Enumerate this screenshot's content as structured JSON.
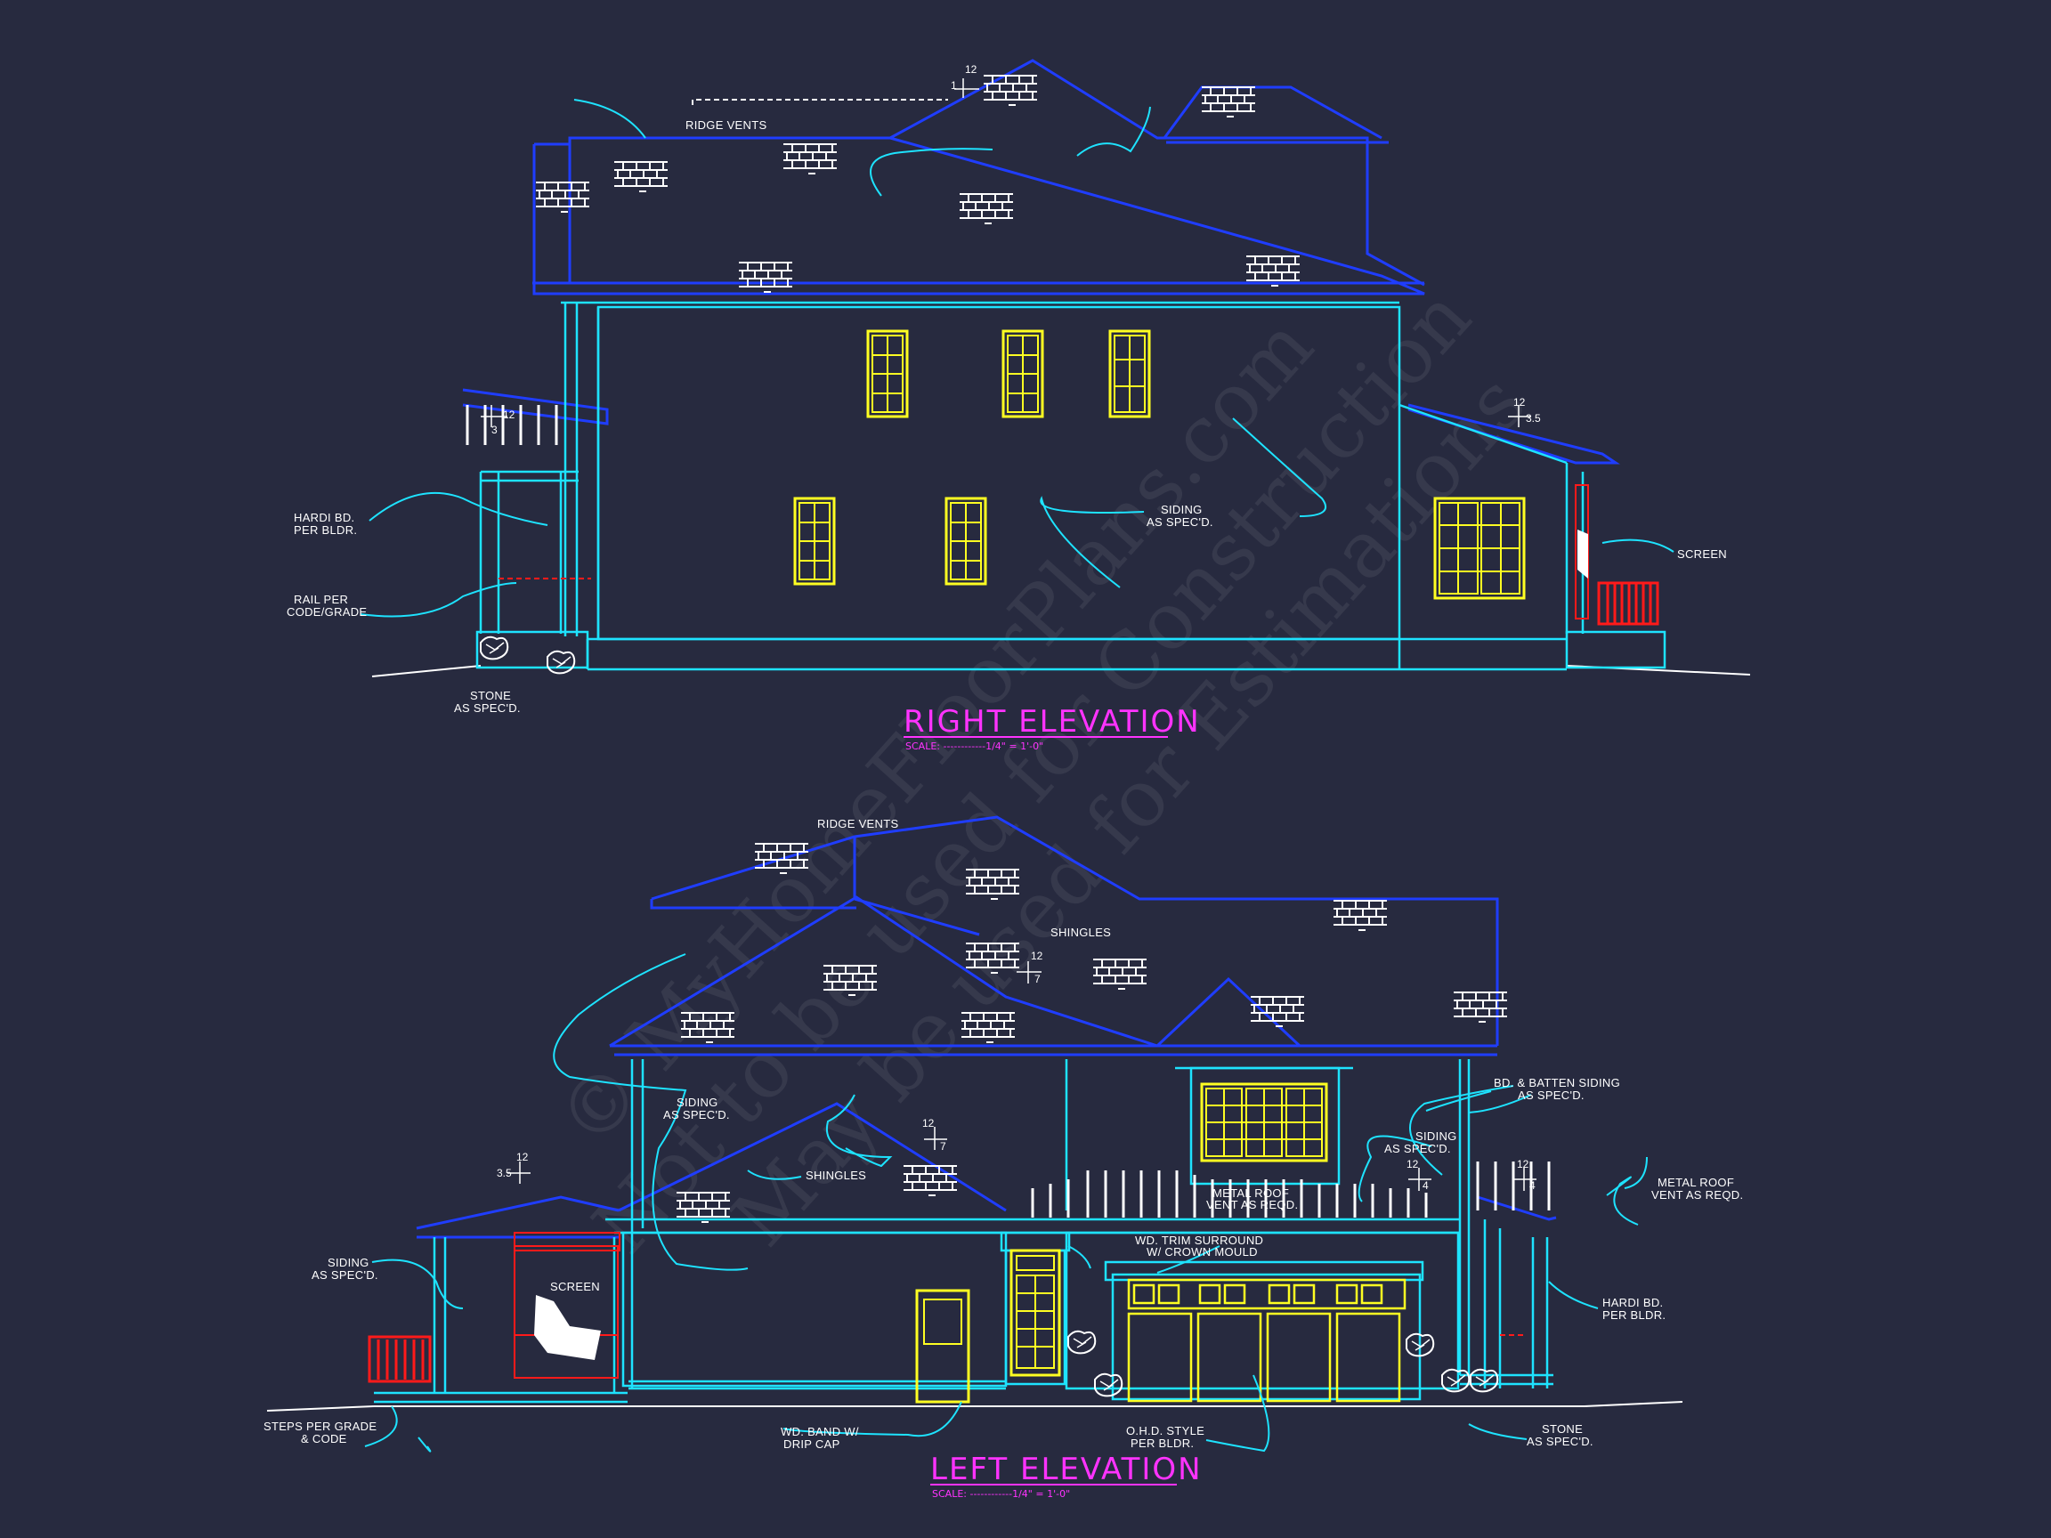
{
  "watermark": {
    "line1": "© MyHomeFloorPlans.com",
    "line2": "Not to be used for Construction",
    "line3": "May be used for Estimations"
  },
  "right_elevation": {
    "title": "RIGHT ELEVATION",
    "scale": "SCALE: ------------1/4\" = 1'-0\"",
    "notes": {
      "ridge_vents": "RIDGE VENTS",
      "hardi_1": "HARDI BD.",
      "hardi_2": "PER BLDR.",
      "rail_1": "RAIL PER",
      "rail_2": "CODE/GRADE",
      "stone_1": "STONE",
      "stone_2": "AS SPEC'D.",
      "siding_1": "SIDING",
      "siding_2": "AS SPEC'D.",
      "screen": "SCREEN"
    },
    "slopes": {
      "ridge_rise": "12",
      "ridge_run": "1",
      "porch_rise": "12",
      "porch_run": "3",
      "right_rise": "12",
      "right_run": "3.5"
    }
  },
  "left_elevation": {
    "title": "LEFT ELEVATION",
    "scale": "SCALE: ------------1/4\" = 1'-0\"",
    "notes": {
      "ridge_vents": "RIDGE VENTS",
      "shingles_top": "SHINGLES",
      "shingles_low": "SHINGLES",
      "siding_a1": "SIDING",
      "siding_a2": "AS SPEC'D.",
      "siding_b1": "SIDING",
      "siding_b2": "AS SPEC'D.",
      "siding_c1": "SIDING",
      "siding_c2": "AS SPEC'D.",
      "bd_batten_1": "BD. & BATTEN SIDING",
      "bd_batten_2": "AS SPEC'D.",
      "metal_roof_1": "METAL ROOF",
      "metal_roof_2": "VENT AS REQD.",
      "metal_roof_r1": "METAL ROOF",
      "metal_roof_r2": "VENT AS REQD.",
      "trim_1": "WD. TRIM SURROUND",
      "trim_2": "W/ CROWN MOULD",
      "screen": "SCREEN",
      "hardi_1": "HARDI BD.",
      "hardi_2": "PER BLDR.",
      "steps_1": "STEPS PER GRADE",
      "steps_2": "& CODE",
      "band_1": "WD. BAND W/",
      "band_2": "DRIP CAP",
      "ohd_1": "O.H.D. STYLE",
      "ohd_2": "PER BLDR.",
      "stone_1": "STONE",
      "stone_2": "AS SPEC'D."
    },
    "slopes": {
      "left_rise": "12",
      "left_run": "3.5",
      "mid_rise": "12",
      "mid_run": "7",
      "low_rise": "12",
      "low_run": "7",
      "right_rise": "12",
      "right_run": "4",
      "far_rise": "12",
      "far_run": "4"
    }
  },
  "colors": {
    "background": "#272a3f",
    "roof_line": "#1f3dff",
    "wall_line": "#1ee3ff",
    "window": "#ffff22",
    "rail": "#ff1a1a",
    "title": "#ff33ff",
    "leader": "#1ee3ff",
    "text": "#ffffff"
  }
}
